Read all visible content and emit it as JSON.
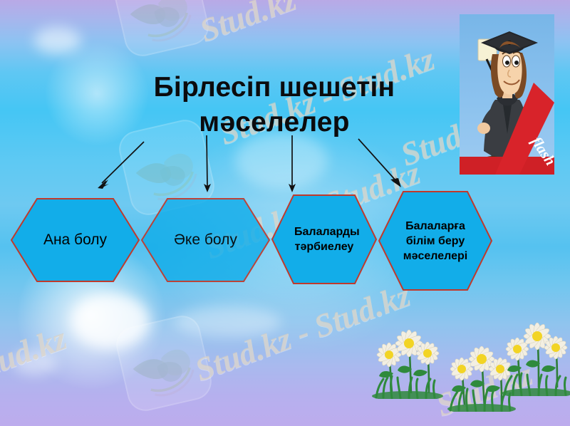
{
  "slide": {
    "title": "Бірлесіп шешетін мәселелер",
    "background_colors": {
      "top": "#b9a9e6",
      "mid": "#45c6f4",
      "bottom": "#bdaced"
    }
  },
  "hexagons": [
    {
      "id": "hex-ana-bolu",
      "label": "Ана болу",
      "fill": "#12ade9",
      "stroke": "#c0392b",
      "size": "large"
    },
    {
      "id": "hex-ake-bolu",
      "label": "Әке болу",
      "fill": "#12ade9",
      "stroke": "#c0392b",
      "size": "large"
    },
    {
      "id": "hex-balalardy-tarbieleu",
      "label": "Балаларды тәрбиелеу",
      "fill": "#12ade9",
      "stroke": "#c0392b",
      "size": "small"
    },
    {
      "id": "hex-balalarga-bilim-beru",
      "label": "Балаларға білім беру мәселелері",
      "fill": "#12ade9",
      "stroke": "#c0392b",
      "size": "small"
    }
  ],
  "arrows": [
    {
      "name": "arrow-to-ana-bolu",
      "direction": "down-left"
    },
    {
      "name": "arrow-to-ake-bolu",
      "direction": "down"
    },
    {
      "name": "arrow-to-balalardy",
      "direction": "down"
    },
    {
      "name": "arrow-to-balalarga",
      "direction": "down-right"
    }
  ],
  "illustration": {
    "name": "graduate-character-image",
    "banner_text": "flash",
    "banner_color": "#d8232a",
    "description": "cartoon graduate in black gown and mortarboard holding a pointer"
  },
  "decorations": {
    "flower_clumps": 3,
    "flower_petal_color": "#f3efe2",
    "flower_center_color": "#f2d424",
    "grass_color": "#2f8a3c"
  },
  "watermarks": {
    "text": "Stud.kz",
    "text_with_dash": "Stud.kz - Stud.kz",
    "logo_name": "hummingbird-logo",
    "color": "#d8cebe"
  }
}
